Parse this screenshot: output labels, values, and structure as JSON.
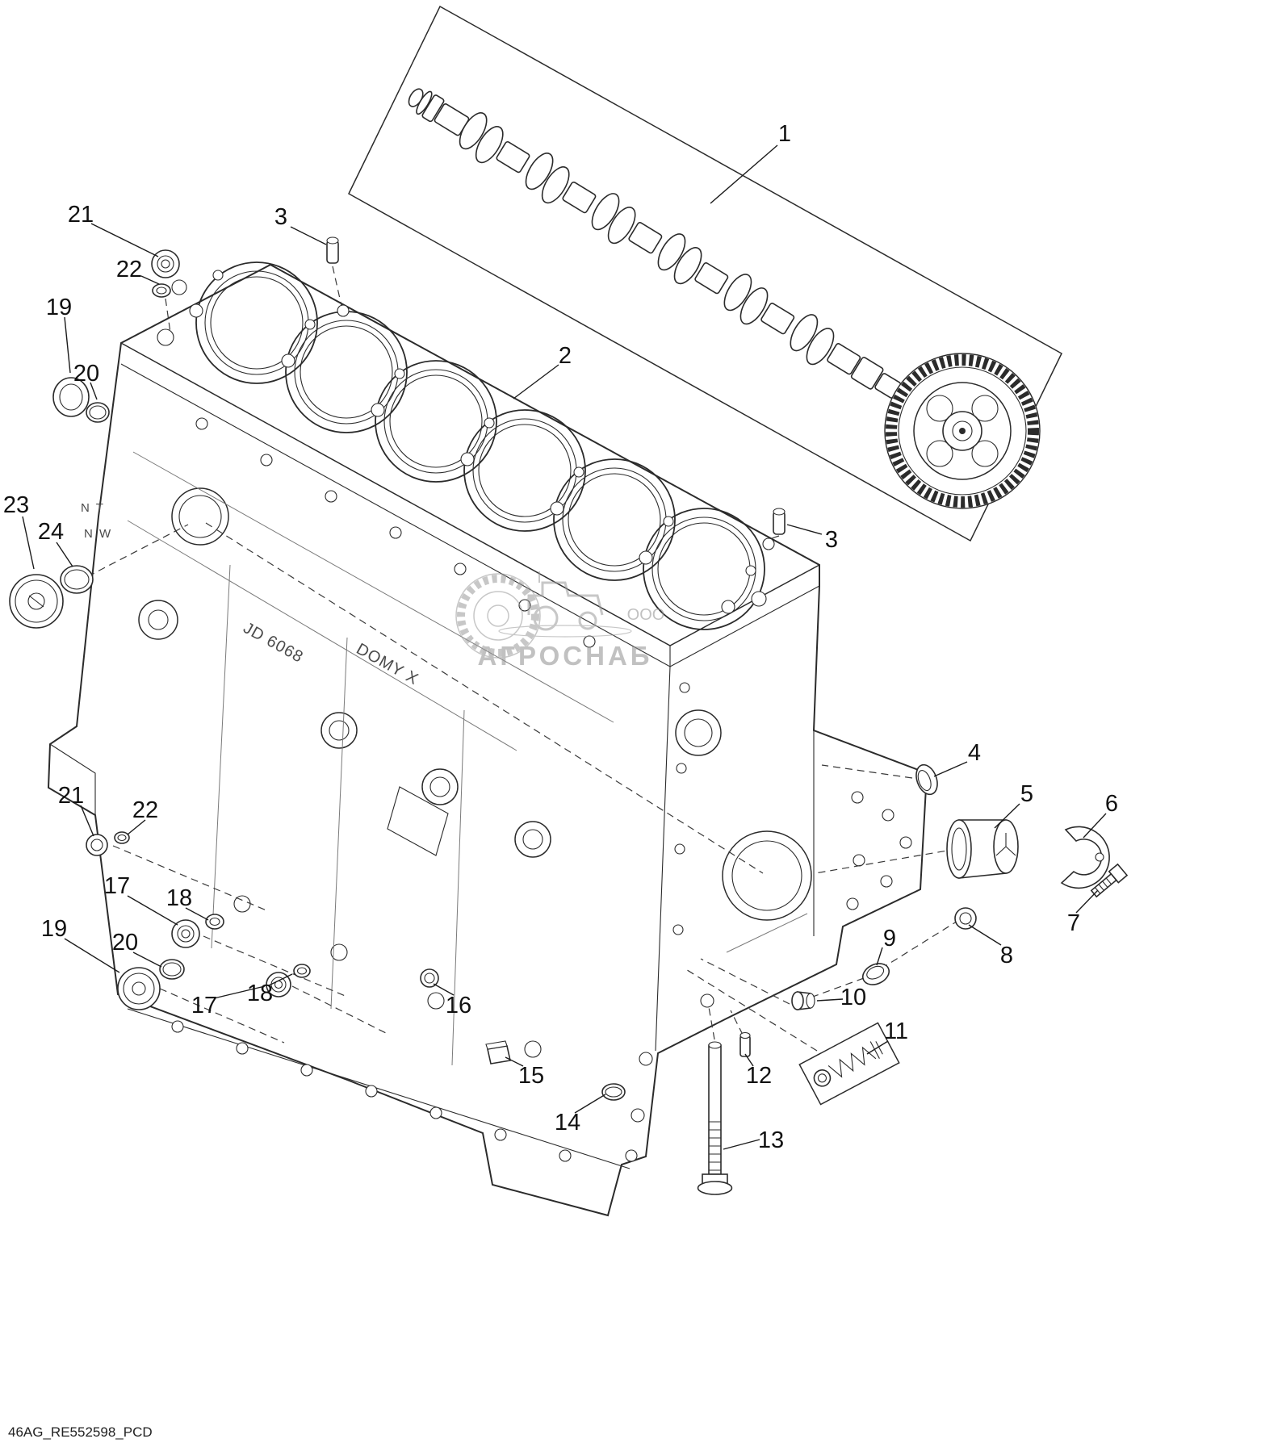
{
  "figure": {
    "footer_code": "46AG_RE552598_PCD",
    "watermark": {
      "company_prefix": "ООО",
      "company_name": "АГРОСНАБ"
    },
    "cast_marks": {
      "m1": "N T",
      "m2": "N W",
      "m3": "JD 6068",
      "m4": "DOMY X"
    },
    "colors": {
      "line": "#2b2b2b",
      "watermark": "#8f8f8f",
      "background": "#ffffff"
    },
    "callouts": [
      {
        "id": "1",
        "label": "1"
      },
      {
        "id": "21-top",
        "label": "21"
      },
      {
        "id": "22-top",
        "label": "22"
      },
      {
        "id": "3-top",
        "label": "3"
      },
      {
        "id": "19-up",
        "label": "19"
      },
      {
        "id": "20-up",
        "label": "20"
      },
      {
        "id": "2",
        "label": "2"
      },
      {
        "id": "3-right",
        "label": "3"
      },
      {
        "id": "23",
        "label": "23"
      },
      {
        "id": "24",
        "label": "24"
      },
      {
        "id": "4",
        "label": "4"
      },
      {
        "id": "5",
        "label": "5"
      },
      {
        "id": "6",
        "label": "6"
      },
      {
        "id": "7",
        "label": "7"
      },
      {
        "id": "8",
        "label": "8"
      },
      {
        "id": "9",
        "label": "9"
      },
      {
        "id": "10",
        "label": "10"
      },
      {
        "id": "21-mid",
        "label": "21"
      },
      {
        "id": "22-mid",
        "label": "22"
      },
      {
        "id": "17-a",
        "label": "17"
      },
      {
        "id": "18-a",
        "label": "18"
      },
      {
        "id": "19-low",
        "label": "19"
      },
      {
        "id": "20-low",
        "label": "20"
      },
      {
        "id": "17-b",
        "label": "17"
      },
      {
        "id": "18-b",
        "label": "18"
      },
      {
        "id": "16",
        "label": "16"
      },
      {
        "id": "11",
        "label": "11"
      },
      {
        "id": "12",
        "label": "12"
      },
      {
        "id": "15",
        "label": "15"
      },
      {
        "id": "14",
        "label": "14"
      },
      {
        "id": "13",
        "label": "13"
      }
    ]
  }
}
